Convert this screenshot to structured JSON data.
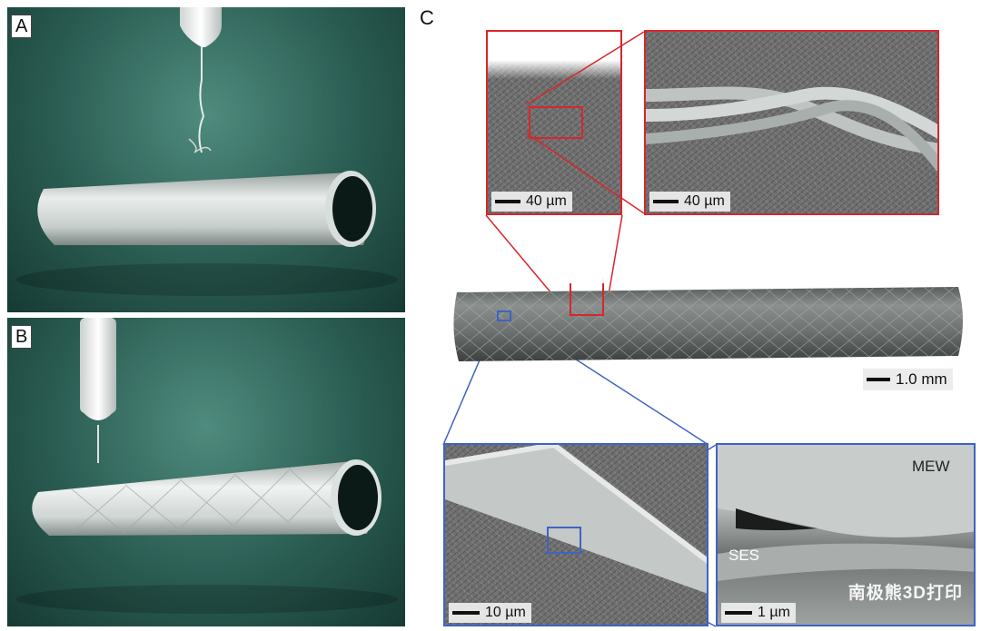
{
  "panels": {
    "a": {
      "label": "A"
    },
    "b": {
      "label": "B"
    },
    "c": {
      "label": "C"
    }
  },
  "scale_bars": {
    "red_left": "40 µm",
    "red_right": "40 µm",
    "tube": "1.0 mm",
    "blue_left": "10 µm",
    "blue_right": "1 µm"
  },
  "annotations": {
    "mew": "MEW",
    "ses": "SES"
  },
  "watermark": "南极熊3D打印",
  "colors": {
    "teal_background": "#1f4a40",
    "inset_red": "#d9262b",
    "inset_blue": "#3f63c4"
  }
}
